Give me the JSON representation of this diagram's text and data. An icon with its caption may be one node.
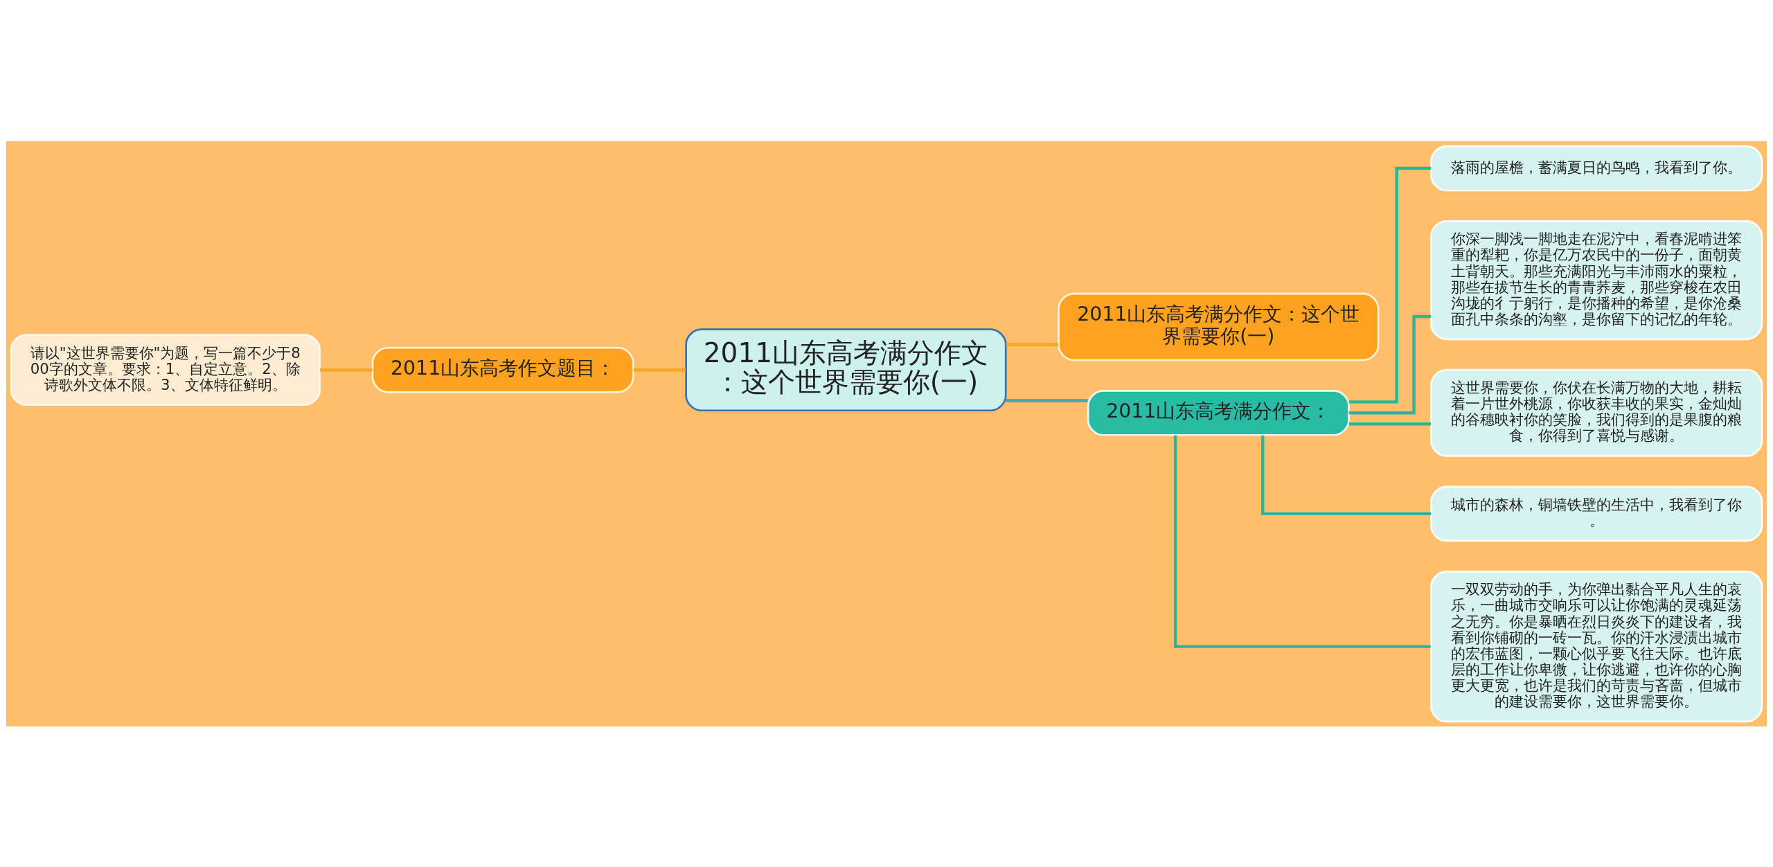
{
  "diagram": {
    "nodes": [
      {
        "text": [
          "2011山东高考满分作文：这个世界需要你(一)"
        ]
      },
      {
        "text": [
          "2011山东高考作文题目："
        ]
      },
      {
        "text": [
          "请以\"这世界需要你\"为题，写一篇不少于800字的文章。要求：1、自定立意。2、除诗歌外文体不限。3、文体特征鲜明。"
        ]
      },
      {
        "text": [
          "2011山东高考满分作文：这个世界需要你(一)"
        ]
      },
      {
        "text": [
          "2011山东高考满分作文："
        ]
      },
      {
        "text": [
          "落雨的屋檐，蓄满夏日的鸟鸣，我看到了你。"
        ]
      },
      {
        "text": [
          "你深一脚浅一脚地走在泥泞中，看春泥啃进笨重的犁耙，你是亿万农民中的一份子，面朝黄土背朝天。那些充满阳光与丰沛雨水的粟粒，那些在拔节生长的青青荞麦，那些穿梭在农田沟垅的彳亍躬行，是你播种的希望，是你沧桑面孔中条条的沟壑，是你留下的记忆的年轮。"
        ]
      },
      {
        "text": [
          "这世界需要你，你伏在长满万物的大地，耕耘着一片世外桃源，你收获丰收的果实，金灿灿的谷穗映衬你的笑脸，我们得到的是果腹的粮食，你得到了喜悦与感谢。"
        ]
      },
      {
        "text": [
          "城市的森林，铜墙铁壁的生活中，我看到了你。"
        ]
      },
      {
        "text": [
          "一双双劳动的手，为你弹出黏合平凡人生的哀乐，一曲城市交响乐可以让你饱满的灵魂延荡之无穷。你是暴晒在烈日炎炎下的建设者，我看到你铺砌的一砖一瓦。你的汗水浸渍出城市的宏伟蓝图，一颗心似乎要飞往天际。也许底层的工作让你卑微，让你逃避，也许你的心胸更大更宽，也许是我们的苛责与吝啬，但城市的建设需要你，这世界需要你。"
        ]
      }
    ],
    "edges": [
      {
        "from": 0,
        "to": 1,
        "arrow": "none",
        "color": "#f5a623"
      },
      {
        "from": 1,
        "to": 2,
        "arrow": "none",
        "color": "#f5a623"
      },
      {
        "from": 0,
        "to": 3,
        "arrow": "none",
        "color": "#f5a623"
      },
      {
        "from": 0,
        "to": 4,
        "arrow": "none"
      },
      {
        "from": 4,
        "to": 5,
        "arrow": "none"
      },
      {
        "from": 4,
        "to": 6,
        "arrow": "none"
      },
      {
        "from": 4,
        "to": 7,
        "arrow": "none"
      },
      {
        "from": 4,
        "to": 8,
        "arrow": "none"
      },
      {
        "from": 4,
        "to": 9,
        "arrow": "none"
      }
    ]
  }
}
